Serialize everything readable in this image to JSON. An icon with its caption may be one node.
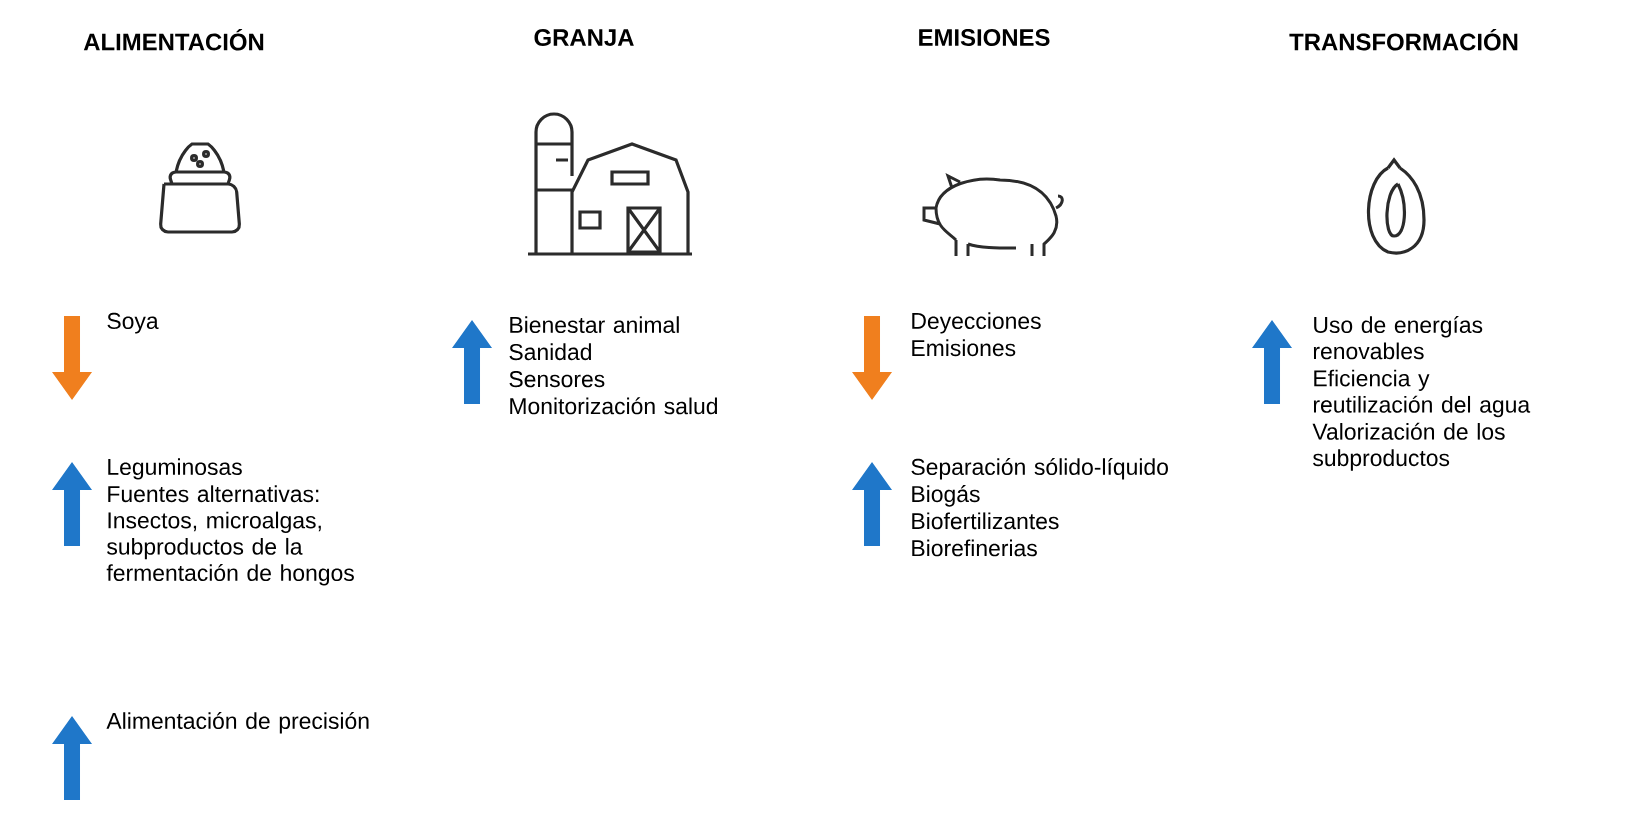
{
  "diagram": {
    "labels": [
      "ALIMENTACIÓN",
      "GRANJA",
      "EMISIONES",
      "TRANSFORMACIÓN",
      "Soya",
      "Leguminosas",
      "Fuentes alternativas: Insectos, microalgas, subproductos de la fermentación de hongos",
      "Alimentación de precisión",
      "Bienestar animal",
      "Sanidad",
      "Sensores",
      "Monitorización salud",
      "Deyecciones",
      "Emisiones",
      "Separación sólido-líquido",
      "Biogás",
      "Biofertilizantes",
      "Biorefinerias",
      "Uso de energías renovables",
      "Eficiencia y reutilización del agua",
      "Valorización de los subproductos"
    ]
  }
}
